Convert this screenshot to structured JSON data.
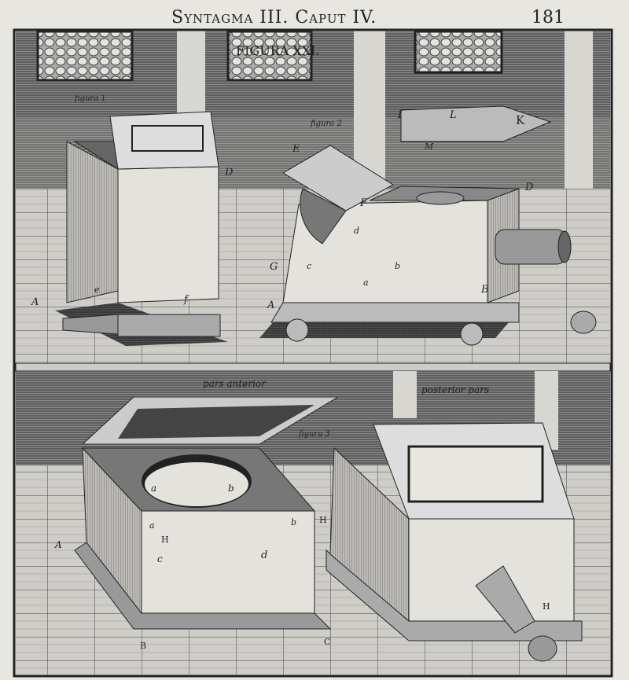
{
  "header": {
    "running_head": "Syntagma III. Caput IV.",
    "page_number": "181"
  },
  "plate": {
    "title": "FIGURA XXI.",
    "upper_labels": {
      "fig1": "figura 1",
      "fig2": "figura 2",
      "A1": "A",
      "A2": "A",
      "B": "B",
      "D": "D",
      "D2": "D",
      "E": "E",
      "F": "F",
      "G": "G",
      "I": "I",
      "K": "K",
      "L": "L",
      "M": "M",
      "a": "a",
      "b": "b",
      "c": "c",
      "d": "d",
      "e": "e",
      "f": "f"
    },
    "lower_labels": {
      "anterior": "pars anterior",
      "posterior": "posterior pars",
      "fig3": "figura 3",
      "A": "A",
      "B": "B",
      "C": "C",
      "H1": "H",
      "H2": "H",
      "H3": "H",
      "a1": "a",
      "b1": "b",
      "a2": "a",
      "b2": "b",
      "c": "c",
      "d": "d"
    }
  },
  "colors": {
    "paper": "#e8e6e1",
    "ink": "#2a2a2a",
    "shade": "#6b6b6b"
  }
}
